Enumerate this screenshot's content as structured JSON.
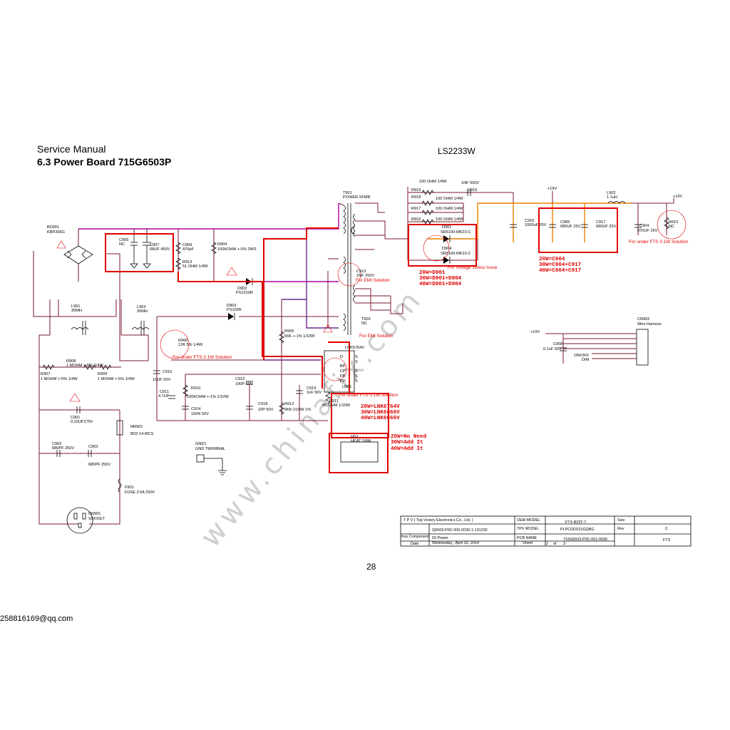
{
  "header": {
    "title": "Service Manual",
    "subtitle": "6.3 Power Board 715G6503P",
    "model": "LS2233W"
  },
  "page_number": "28",
  "contact": "258816169@qq.com",
  "watermark": "www.chinafix.com",
  "components": {
    "bd901": [
      "BD901",
      "KBP206G"
    ],
    "c905": [
      "C905",
      "NC"
    ],
    "c907": [
      "C907",
      "68UF 450V"
    ],
    "c909": [
      "C909",
      "470pF"
    ],
    "r904": [
      "R904",
      "100KOHM +-5% 2WS"
    ],
    "r913": [
      "R913",
      "51 OHM 1/4W"
    ],
    "d902": [
      "D902",
      "PS1010R"
    ],
    "d903": [
      "D903",
      "PS102R"
    ],
    "l901": [
      "L901",
      "30MH"
    ],
    "l903": [
      "L903",
      "30MH"
    ],
    "r908": [
      "R908",
      "1 MOHM +-5% 1/4W"
    ],
    "r907": [
      "R907",
      "1 MOHM +-5% 1/4W"
    ],
    "r909": [
      "R909",
      "1 MOHM +-5% 1/4W"
    ],
    "c901": [
      "C901",
      "0.22UF275V"
    ],
    "nr901": [
      "NR901",
      "8D2-14 MCS"
    ],
    "c902": [
      "C902",
      "680PF 250V"
    ],
    "c903": [
      "C903",
      "680PF 250V"
    ],
    "f901": [
      "F901",
      "FUSE 2.5A 250V"
    ],
    "cn901": [
      "CN901",
      "SOCKET"
    ],
    "gnd1": [
      "GND1",
      "GND TERMINAL"
    ],
    "r906": [
      "R906",
      "12K 5% 1/4W"
    ],
    "c910": [
      "C910",
      "10UF 50V"
    ],
    "c911": [
      "C911",
      "4.7UF"
    ],
    "r910": [
      "R910",
      "100KOHM +-1% 1/10W"
    ],
    "c914": [
      "C914",
      "100N 50V"
    ],
    "c912": [
      "C912",
      "100P 50V"
    ],
    "c918": [
      "C918",
      "22P 50V"
    ],
    "r912": [
      "R912",
      "6K8 1/10W 1%"
    ],
    "r905": [
      "R905",
      "56K +-1% 1/10W"
    ],
    "c919": [
      "C919",
      "1nF 50V"
    ],
    "r911": [
      "R911",
      "6K OHM 1/10W"
    ],
    "u901": [
      "U901",
      "LNK6764V"
    ],
    "t901": [
      "T901",
      "POWER XFMR"
    ],
    "c913": [
      "C913",
      "1NF 250V"
    ],
    "t902": [
      "T902",
      "NC"
    ],
    "r919": [
      "R919",
      "100 OHM 1/4W"
    ],
    "r918": [
      "R918",
      "100 OHM 1/4W"
    ],
    "r917": [
      "R917",
      "100 OHM 1/4W"
    ],
    "r916": [
      "R916",
      "100 OHM 1/4W"
    ],
    "c915": [
      "C915",
      "1NF 500V"
    ],
    "d901": [
      "D901",
      "SR5100-MK23-C"
    ],
    "d904": [
      "D904",
      "SR5100-MK23-C"
    ],
    "c916": [
      "C916",
      "1000uF 25V"
    ],
    "c906": [
      "C906",
      "680UF 25V"
    ],
    "c917": [
      "C917",
      "680UF 25V"
    ],
    "l902": [
      "L902",
      "1.1uH"
    ],
    "c904": [
      "C904",
      "470UF 25V"
    ],
    "r915": [
      "R915",
      "NC"
    ],
    "cn902": [
      "CN902",
      "Wire Harness"
    ],
    "c908": [
      "C908",
      "0.1uF 50V"
    ],
    "hs1": [
      "HS1",
      "HEAT SINK"
    ]
  },
  "nets": {
    "v19_a": "+19V",
    "v19_b": "+19V",
    "v19_c": "+19V",
    "onoff": "ON/OFF",
    "dim": "DIM"
  },
  "ic_pins": [
    "D",
    "BP",
    "CP",
    "FB",
    "PD",
    "S",
    "S",
    "S",
    "S",
    "S"
  ],
  "notes": {
    "voltage_stress": "For Voltage Stress issue",
    "emi1": "For EMI Solution",
    "emi2": "For EMI Solution",
    "fts1": "For under FTS 0.1W Solution",
    "fts2": "For under FTS 0.1W Solution",
    "fts3": "For under FTS 0.1W Solution",
    "diode_opts": [
      "20W=D901",
      "30W=D901+D904",
      "40W=D901+D904"
    ],
    "cap_opts": [
      "20W=C904",
      "30W=C904+C917",
      "40W=C904+C917"
    ],
    "ic_opts": [
      "20W=LNK6764V",
      "30W=LNK6666V",
      "40W=LNK6666V"
    ],
    "hs_opts": [
      "20W=No Need",
      "30W=Add It",
      "40W=Add It"
    ]
  },
  "title_block": {
    "company": "T P V  ( Top  Victory  Electronics  Co.,  Ltd. )",
    "oem_model_label": "OEM MODEL",
    "oem_model": "FTS B23T-7",
    "size_label": "Size",
    "tpv_model_label": "TPV MODEL",
    "tpv_model": "PLPCDDS31GQBG",
    "rev_label": "Rev",
    "rev": "C",
    "doc_no": "Q6503-P0C-000-0030-1-131230",
    "key_component_label": "Key Component",
    "key_component": "02.Power",
    "pcb_name_label": "PCB NAME",
    "pcb_name": "715G6503-P0C-001-0030",
    "product_label": "FTS",
    "date_label": "Date",
    "date": "Wednesday , April 02, 2014",
    "sheet_label": "Sheet",
    "sheet": "2",
    "of_label": "of",
    "total": "3"
  },
  "colors": {
    "highlight": "#e00000",
    "primary_wire": "#b000b0",
    "secondary_wire": "#f08000",
    "wire": "#7a1a2e"
  }
}
